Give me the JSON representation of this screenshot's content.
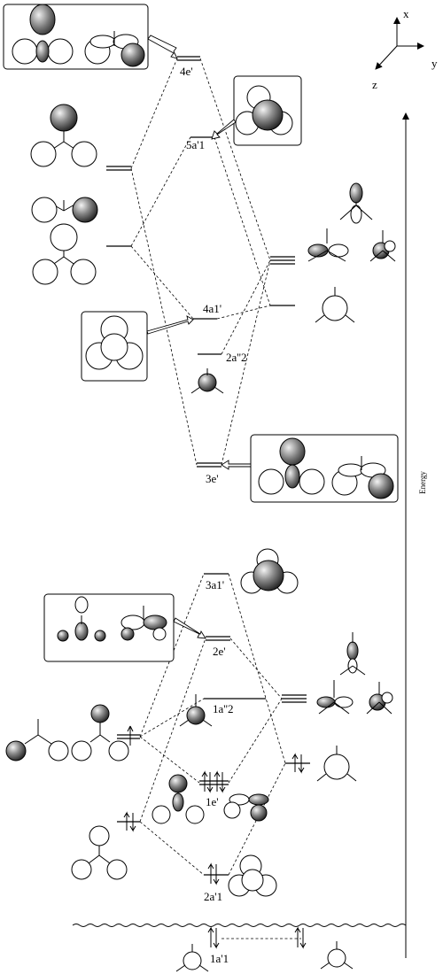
{
  "axes": {
    "x": "x",
    "y": "y",
    "z": "z",
    "energy": "Energy"
  },
  "levels": {
    "e4": {
      "label": "4e'"
    },
    "a5": {
      "label": "5a'1"
    },
    "a4": {
      "label": "4a1'"
    },
    "a2": {
      "label": "2a''2"
    },
    "e3": {
      "label": "3e'"
    },
    "a3": {
      "label": "3a1'"
    },
    "e2": {
      "label": "2e'"
    },
    "a1pp": {
      "label": "1a''2"
    },
    "e1": {
      "label": "1e'"
    },
    "a2p": {
      "label": "2a'1"
    },
    "a1p": {
      "label": "1a'1"
    }
  },
  "colors": {
    "line": "#000000",
    "background": "#ffffff"
  }
}
